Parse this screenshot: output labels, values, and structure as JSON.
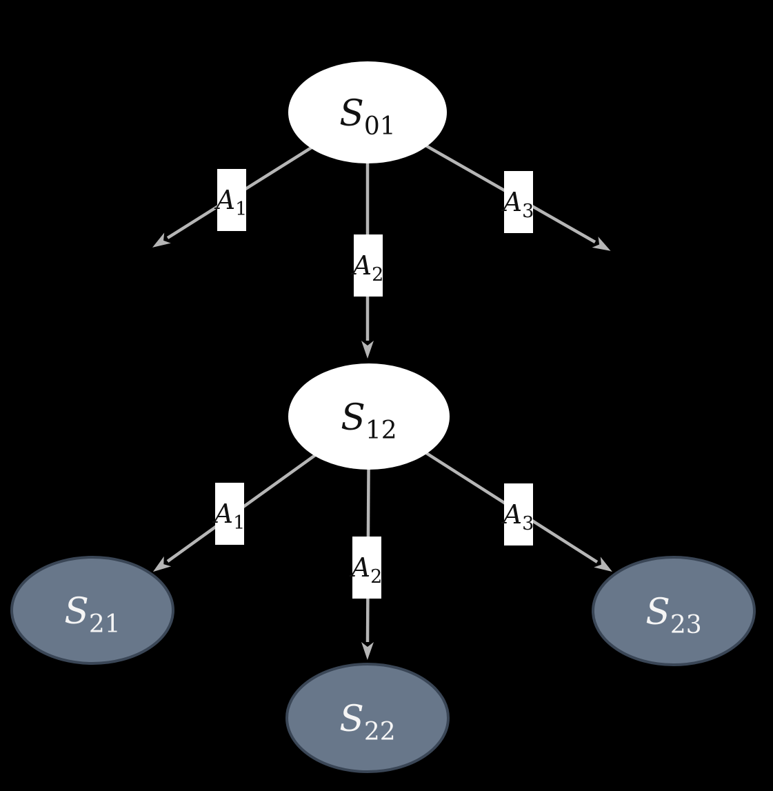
{
  "diagram_type": "state-action tree",
  "colors": {
    "background": "#000000",
    "edge": "#b6b6b6",
    "state_light_fill": "#ffffff",
    "state_light_text": "#111111",
    "state_dark_fill": "#68778a",
    "state_dark_border": "#3a4656",
    "state_dark_text": "#f5f5f5",
    "action_label_bg": "#ffffff",
    "action_label_text": "#111111"
  },
  "nodes": [
    {
      "id": "S01",
      "base": "S",
      "sub": "01",
      "variant": "light"
    },
    {
      "id": "S12",
      "base": "S",
      "sub": "12",
      "variant": "light"
    },
    {
      "id": "S21",
      "base": "S",
      "sub": "21",
      "variant": "dark"
    },
    {
      "id": "S22",
      "base": "S",
      "sub": "22",
      "variant": "dark"
    },
    {
      "id": "S23",
      "base": "S",
      "sub": "23",
      "variant": "dark"
    }
  ],
  "edges": [
    {
      "from": "S01",
      "to": null,
      "direction": "lower-left",
      "action": {
        "base": "A",
        "sub": "1"
      }
    },
    {
      "from": "S01",
      "to": "S12",
      "direction": "down",
      "action": {
        "base": "A",
        "sub": "2"
      }
    },
    {
      "from": "S01",
      "to": null,
      "direction": "lower-right",
      "action": {
        "base": "A",
        "sub": "3"
      }
    },
    {
      "from": "S12",
      "to": "S21",
      "direction": "lower-left",
      "action": {
        "base": "A",
        "sub": "1"
      }
    },
    {
      "from": "S12",
      "to": "S22",
      "direction": "down",
      "action": {
        "base": "A",
        "sub": "2"
      }
    },
    {
      "from": "S12",
      "to": "S23",
      "direction": "lower-right",
      "action": {
        "base": "A",
        "sub": "3"
      }
    }
  ]
}
